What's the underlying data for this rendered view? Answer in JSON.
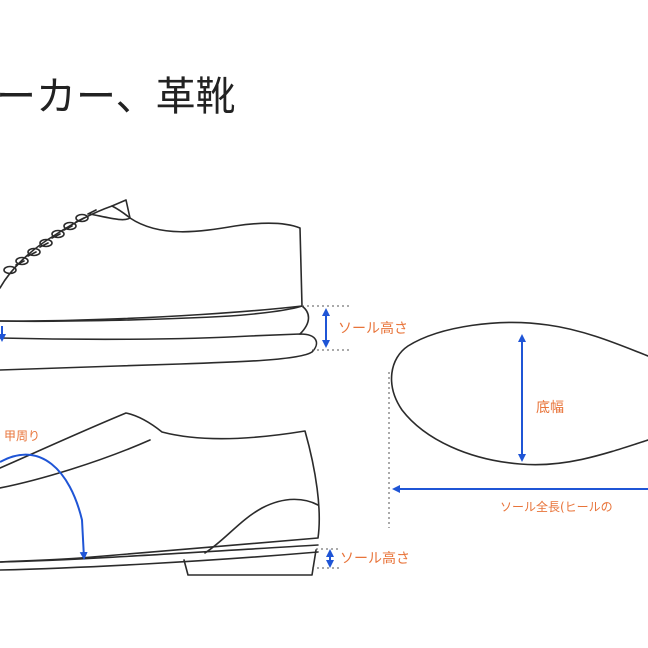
{
  "title": "ーカー、革靴",
  "labels": {
    "sole_height_top": "ソール高さ",
    "instep": "甲周り",
    "sole_height_bottom": "ソール高さ",
    "sole_width": "底幅",
    "sole_length": "ソール全長(ヒールの"
  },
  "colors": {
    "label": "#e8743a",
    "arrow": "#1f55d6",
    "line": "#2b2b2b",
    "guide": "#555555",
    "title": "#222222"
  }
}
